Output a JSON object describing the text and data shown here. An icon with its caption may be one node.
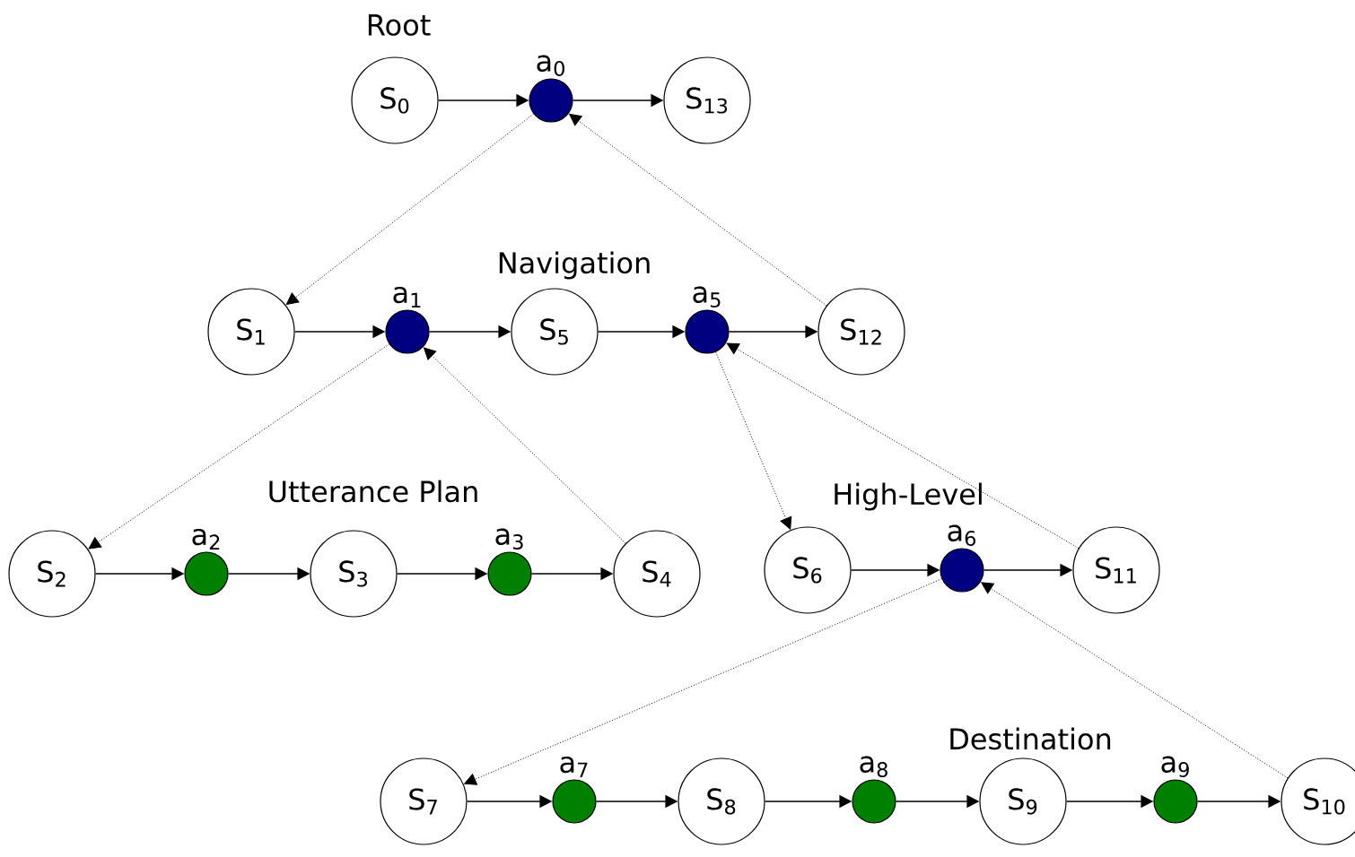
{
  "diagram": {
    "nodes": [
      {
        "text": [
          "S$_{0}$"
        ]
      },
      {
        "text": [
          "a$_{0}$"
        ]
      },
      {
        "text": [
          "S$_{13}$"
        ]
      },
      {
        "text": [
          "S$_{1}$"
        ]
      },
      {
        "text": [
          "a$_{1}$"
        ]
      },
      {
        "text": [
          "S$_{5}$"
        ]
      },
      {
        "text": [
          "a$_{5}$"
        ]
      },
      {
        "text": [
          "S$_{12}$"
        ]
      },
      {
        "text": [
          "S$_{2}$"
        ]
      },
      {
        "text": [
          "a$_{2}$"
        ]
      },
      {
        "text": [
          "S$_{3}$"
        ]
      },
      {
        "text": [
          "a$_{3}$"
        ]
      },
      {
        "text": [
          "S$_{4}$"
        ]
      },
      {
        "text": [
          "S$_{6}$"
        ]
      },
      {
        "text": [
          "a$_{6}$"
        ]
      },
      {
        "text": [
          "S$_{11}$"
        ]
      },
      {
        "text": [
          "S$_{7}$"
        ]
      },
      {
        "text": [
          "a$_{7}$"
        ]
      },
      {
        "text": [
          "S$_{8}$"
        ]
      },
      {
        "text": [
          "a$_{8}$"
        ]
      },
      {
        "text": [
          "S$_{9}$"
        ]
      },
      {
        "text": [
          "a$_{9}$"
        ]
      },
      {
        "text": [
          "S$_{10}$"
        ]
      }
    ],
    "edges": [
      {
        "from": 0,
        "to": 1,
        "arrow": "to"
      },
      {
        "from": 1,
        "to": 2,
        "arrow": "to"
      },
      {
        "from": 1,
        "to": 3,
        "arrow": "to",
        "style": "dashed"
      },
      {
        "from": 7,
        "to": 1,
        "arrow": "to",
        "style": "dashed"
      },
      {
        "from": 3,
        "to": 4,
        "arrow": "to"
      },
      {
        "from": 4,
        "to": 5,
        "arrow": "to"
      },
      {
        "from": 5,
        "to": 6,
        "arrow": "to"
      },
      {
        "from": 6,
        "to": 7,
        "arrow": "to"
      },
      {
        "from": 4,
        "to": 8,
        "arrow": "to",
        "style": "dashed"
      },
      {
        "from": 12,
        "to": 4,
        "arrow": "to",
        "style": "dashed"
      },
      {
        "from": 8,
        "to": 9,
        "arrow": "to"
      },
      {
        "from": 9,
        "to": 10,
        "arrow": "to"
      },
      {
        "from": 10,
        "to": 11,
        "arrow": "to"
      },
      {
        "from": 11,
        "to": 12,
        "arrow": "to"
      },
      {
        "from": 6,
        "to": 13,
        "arrow": "to",
        "style": "dashed"
      },
      {
        "from": 15,
        "to": 6,
        "arrow": "to",
        "style": "dashed"
      },
      {
        "from": 13,
        "to": 14,
        "arrow": "to"
      },
      {
        "from": 14,
        "to": 15,
        "arrow": "to"
      },
      {
        "from": 14,
        "to": 16,
        "arrow": "to",
        "style": "dashed"
      },
      {
        "from": 22,
        "to": 14,
        "arrow": "to",
        "style": "dashed"
      },
      {
        "from": 16,
        "to": 17,
        "arrow": "to"
      },
      {
        "from": 17,
        "to": 18,
        "arrow": "to"
      },
      {
        "from": 18,
        "to": 19,
        "arrow": "to"
      },
      {
        "from": 19,
        "to": 20,
        "arrow": "to"
      },
      {
        "from": 20,
        "to": 21,
        "arrow": "to"
      },
      {
        "from": 21,
        "to": 22,
        "arrow": "to"
      }
    ],
    "labels": [
      "Root",
      "Navigation",
      "Utterance Plan",
      "High-Level",
      "Destination"
    ]
  }
}
